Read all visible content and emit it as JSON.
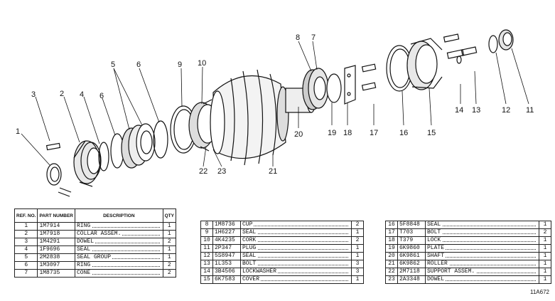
{
  "callouts": [
    "1",
    "2",
    "3",
    "4",
    "5",
    "6",
    "6",
    "7",
    "8",
    "9",
    "10",
    "11",
    "12",
    "13",
    "14",
    "15",
    "16",
    "17",
    "18",
    "19",
    "20",
    "21",
    "22",
    "23"
  ],
  "table1": {
    "headers": {
      "ref": "REF. NO.",
      "part": "PART NUMBER",
      "desc": "DESCRIPTION",
      "qty": "QTY"
    },
    "rows": [
      {
        "ref": "1",
        "part": "1M7914",
        "desc": "RING",
        "qty": "1"
      },
      {
        "ref": "2",
        "part": "1M7918",
        "desc": "COLLAR ASSEM.",
        "qty": "1"
      },
      {
        "ref": "3",
        "part": "1M4291",
        "desc": "DOWEL",
        "qty": "2"
      },
      {
        "ref": "4",
        "part": "1F9696",
        "desc": "SEAL",
        "qty": "1"
      },
      {
        "ref": "5",
        "part": "2M2838",
        "desc": "SEAL GROUP",
        "qty": "1"
      },
      {
        "ref": "6",
        "part": "1M3097",
        "desc": "RING",
        "qty": "2"
      },
      {
        "ref": "7",
        "part": "1M8735",
        "desc": "CONE",
        "qty": "2"
      }
    ]
  },
  "table2": {
    "rows": [
      {
        "ref": "8",
        "part": "1M8736",
        "desc": "CUP",
        "qty": "2"
      },
      {
        "ref": "9",
        "part": "1H6227",
        "desc": "SEAL",
        "qty": "1"
      },
      {
        "ref": "10",
        "part": "4K4235",
        "desc": "CORK",
        "qty": "2"
      },
      {
        "ref": "11",
        "part": "2P347",
        "desc": "PLUG",
        "qty": "1"
      },
      {
        "ref": "12",
        "part": "5S8947",
        "desc": "SEAL",
        "qty": "1"
      },
      {
        "ref": "13",
        "part": "1L353",
        "desc": "BOLT",
        "qty": "3"
      },
      {
        "ref": "14",
        "part": "3B4506",
        "desc": "LOCKWASHER",
        "qty": "3"
      },
      {
        "ref": "15",
        "part": "6K7583",
        "desc": "COVER",
        "qty": "1"
      }
    ]
  },
  "table3": {
    "rows": [
      {
        "ref": "16",
        "part": "5F8848",
        "desc": "SEAL",
        "qty": "1"
      },
      {
        "ref": "17",
        "part": "T703",
        "desc": "BOLT",
        "qty": "2"
      },
      {
        "ref": "18",
        "part": "T379",
        "desc": "LOCK",
        "qty": "1"
      },
      {
        "ref": "19",
        "part": "6K9860",
        "desc": "PLATE",
        "qty": "1"
      },
      {
        "ref": "20",
        "part": "6K9861",
        "desc": "SHAFT",
        "qty": "1"
      },
      {
        "ref": "21",
        "part": "6K9862",
        "desc": "ROLLER",
        "qty": "1"
      },
      {
        "ref": "22",
        "part": "2M7118",
        "desc": "SUPPORT ASSEM.",
        "qty": "1"
      },
      {
        "ref": "23",
        "part": "2A3348",
        "desc": "DOWEL",
        "qty": "1"
      }
    ]
  },
  "doc_id": "11A672"
}
